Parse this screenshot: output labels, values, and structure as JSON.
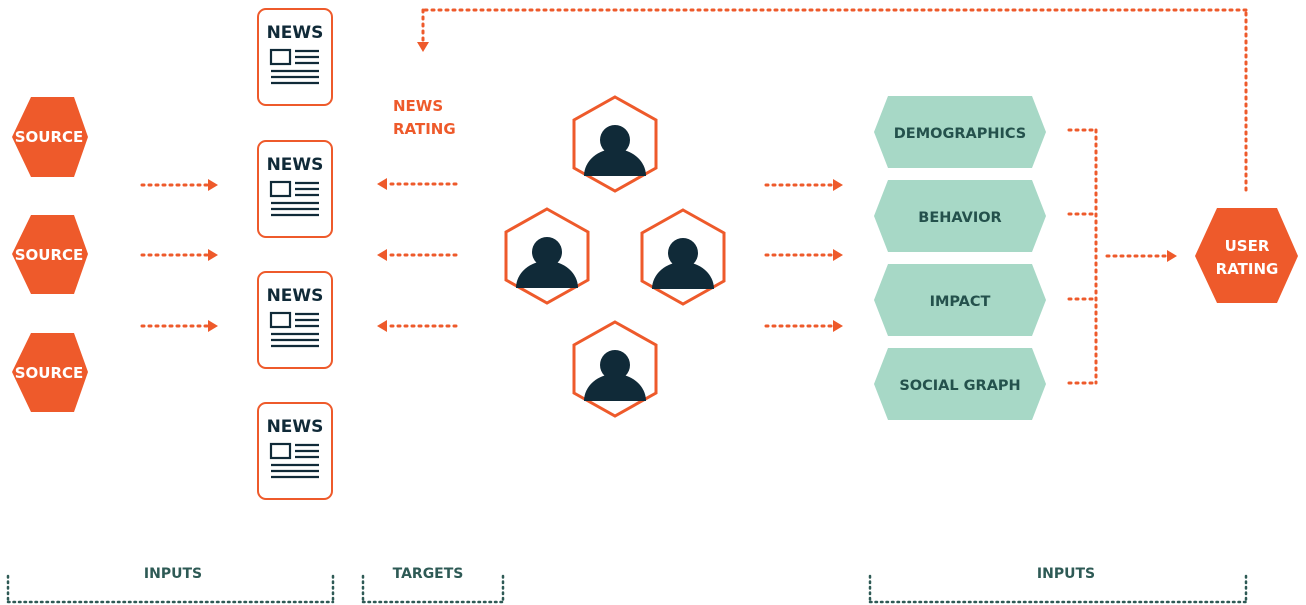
{
  "colors": {
    "accent": "#ee5a2b",
    "dark": "#102a38",
    "mint": "#a7d8c6",
    "mint_text": "#24514c",
    "label_text": "#2e5a55"
  },
  "sources": [
    {
      "label": "SOURCE"
    },
    {
      "label": "SOURCE"
    },
    {
      "label": "SOURCE"
    }
  ],
  "news": [
    {
      "label": "NEWS"
    },
    {
      "label": "NEWS"
    },
    {
      "label": "NEWS"
    },
    {
      "label": "NEWS"
    }
  ],
  "news_rating": {
    "line1": "NEWS",
    "line2": "RATING"
  },
  "users": [
    {
      "icon": "user-icon"
    },
    {
      "icon": "user-icon"
    },
    {
      "icon": "user-icon"
    },
    {
      "icon": "user-icon"
    }
  ],
  "features": [
    {
      "label": "DEMOGRAPHICS"
    },
    {
      "label": "BEHAVIOR"
    },
    {
      "label": "IMPACT"
    },
    {
      "label": "SOCIAL GRAPH"
    }
  ],
  "user_rating": {
    "line1": "USER",
    "line2": "RATING"
  },
  "bottom_labels": {
    "inputs_left": "INPUTS",
    "targets": "TARGETS",
    "inputs_right": "INPUTS"
  }
}
